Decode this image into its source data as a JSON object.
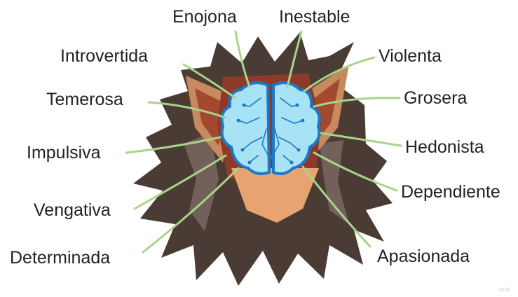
{
  "labels": {
    "enojona": "Enojona",
    "inestable": "Inestable",
    "introvertida": "Introvertida",
    "violenta": "Violenta",
    "temerosa": "Temerosa",
    "grosera": "Grosera",
    "impulsiva": "Impulsiva",
    "hedonista": "Hedonista",
    "vengativa": "Vengativa",
    "dependiente": "Dependiente",
    "determinada": "Determinada",
    "apasionada": "Apasionada"
  },
  "watermark": "min",
  "colors": {
    "hair": "#4a3c35",
    "hair_light": "#74605a",
    "ear": "#c78a5e",
    "inner_ear": "#a3492f",
    "face": "#e8a470",
    "brain_fill": "#a7e3f5",
    "brain_stroke": "#1b78c8",
    "leader_line": "#a8d48a",
    "text": "#222222"
  }
}
